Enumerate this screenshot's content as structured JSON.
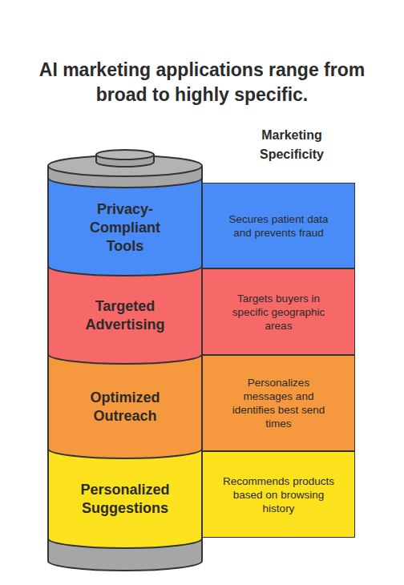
{
  "diagram": {
    "title": "AI marketing applications range from broad to highly specific.",
    "nodes": [
      {
        "text": [
          "Privacy-Compliant Tools"
        ]
      },
      {
        "text": [
          "Secures patient data and prevents fraud"
        ]
      },
      {
        "text": [
          "Targeted Advertising"
        ]
      },
      {
        "text": [
          "Targets buyers in specific geographic areas"
        ]
      },
      {
        "text": [
          "Optimized Outreach"
        ]
      },
      {
        "text": [
          "Personalizes messages and identifies best send times"
        ]
      },
      {
        "text": [
          "Personalized Suggestions"
        ]
      },
      {
        "text": [
          "Recommends products based on browsing history"
        ]
      }
    ],
    "labels": [
      "Marketing Specificity"
    ]
  }
}
